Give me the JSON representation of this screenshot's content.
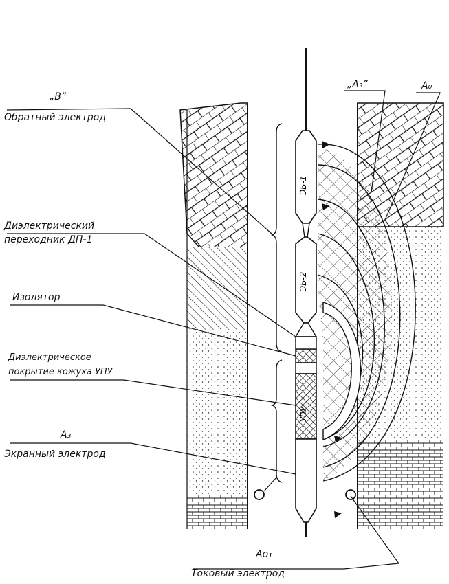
{
  "labels": {
    "b_title": "„В”",
    "return_electrode": "Обратный электрод",
    "dielectric_adapter_1": "Диэлектрический",
    "dielectric_adapter_2": "переходник ДП-1",
    "insulator": "Изолятор",
    "coating_1": "Диэлектрическое",
    "coating_2": "покрытие кожуха УПУ",
    "a3_title": "А₃",
    "screen_electrode": "Экранный электрод",
    "a3_top": "„А₃”",
    "a0_top": "А₀",
    "a01": "Ао₁",
    "current_electrode": "Токовый электрод",
    "tool_eb1": "ЭБ-1",
    "tool_eb2": "ЭБ-2",
    "tool_upu": "УПУ"
  },
  "colors": {
    "ink": "#111111",
    "paper": "#ffffff"
  }
}
